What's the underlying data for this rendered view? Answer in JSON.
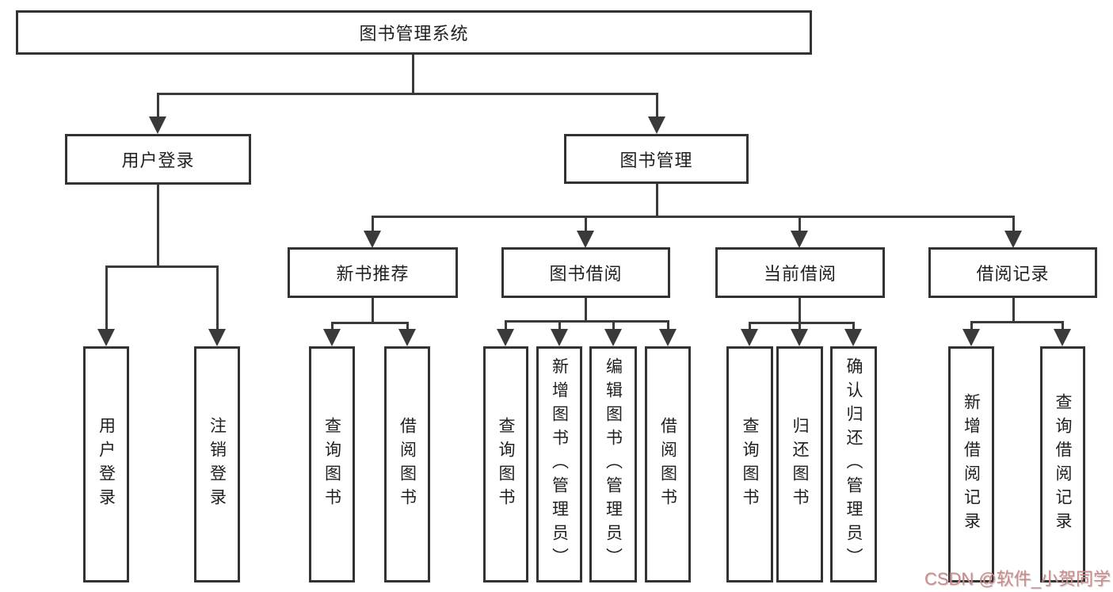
{
  "tree": {
    "label": "图书管理系统",
    "children": [
      {
        "label": "用户登录",
        "children": [
          {
            "label": "用户登录"
          },
          {
            "label": "注销登录"
          }
        ]
      },
      {
        "label": "图书管理",
        "children": [
          {
            "label": "新书推荐",
            "children": [
              {
                "label": "查询图书"
              },
              {
                "label": "借阅图书"
              }
            ]
          },
          {
            "label": "图书借阅",
            "children": [
              {
                "label": "查询图书"
              },
              {
                "label": "新增图书（管理员）"
              },
              {
                "label": "编辑图书（管理员）"
              },
              {
                "label": "借阅图书"
              }
            ]
          },
          {
            "label": "当前借阅",
            "children": [
              {
                "label": "查询图书"
              },
              {
                "label": "归还图书"
              },
              {
                "label": "确认归还（管理员）"
              }
            ]
          },
          {
            "label": "借阅记录",
            "children": [
              {
                "label": "新增借阅记录"
              },
              {
                "label": "查询借阅记录"
              }
            ]
          }
        ]
      }
    ]
  },
  "watermark": {
    "text": "CSDN @软件_小贺同学"
  },
  "colors": {
    "line": "#333333",
    "watermark": "#cd8a8a"
  }
}
